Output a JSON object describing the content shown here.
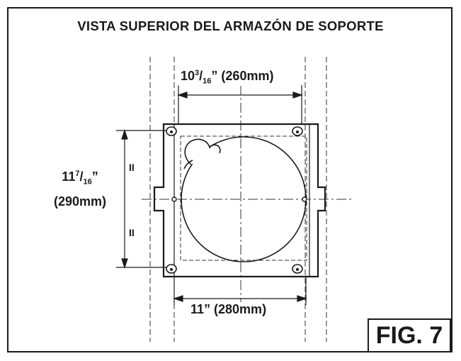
{
  "title": "VISTA SUPERIOR DEL ARMAZÓN DE SOPORTE",
  "dimensions": {
    "top": {
      "whole": "10",
      "num": "3",
      "den": "16",
      "rest": "” (260mm)"
    },
    "left": {
      "whole": "11",
      "num": "7",
      "den": "16",
      "rest": "”",
      "metric": "(290mm)"
    },
    "bottom": "11” (280mm)"
  },
  "equal_marks": [
    "II",
    "II"
  ],
  "figure_label": "FIG. 7"
}
